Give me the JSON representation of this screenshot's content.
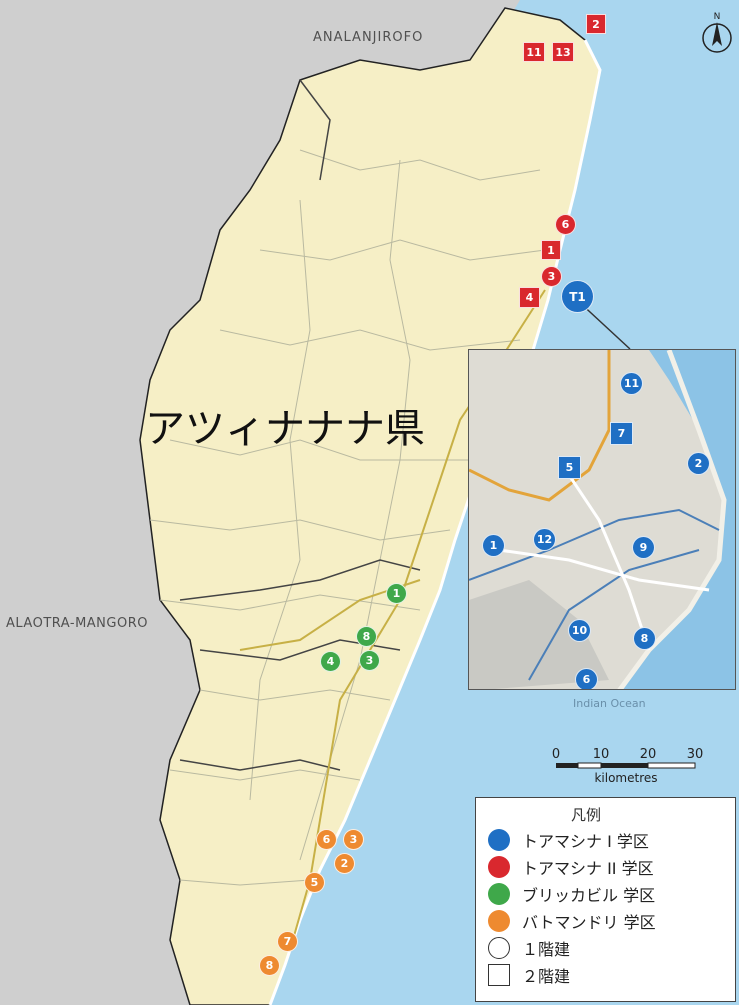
{
  "regions": {
    "north": "ANALANJIROFO",
    "west": "ALAOTRA-MANGORO",
    "province": "アツィナナナ県"
  },
  "ocean_label": "Indian Ocean",
  "compass": {
    "letter": "N"
  },
  "scale_bar": {
    "ticks": [
      "0",
      "10",
      "20",
      "30"
    ],
    "unit": "kilometres"
  },
  "legend": {
    "title": "凡例",
    "items": [
      {
        "label": "トアマシナ I 学区",
        "color": "#1f6fc4",
        "shape": "circle"
      },
      {
        "label": "トアマシナ II 学区",
        "color": "#d9282e",
        "shape": "circle"
      },
      {
        "label": "ブリッカビル 学区",
        "color": "#3fa84a",
        "shape": "circle"
      },
      {
        "label": "バトマンドリ 学区",
        "color": "#ee8a30",
        "shape": "circle"
      },
      {
        "label": "１階建",
        "color": "#ffffff",
        "shape": "circle-outline"
      },
      {
        "label": "２階建",
        "color": "#ffffff",
        "shape": "square-outline"
      }
    ]
  },
  "markers": {
    "main_callout": "T1",
    "red": [
      "2",
      "11",
      "13",
      "6",
      "1",
      "3",
      "4"
    ],
    "green": [
      "1",
      "8",
      "3",
      "4"
    ],
    "orange": [
      "6",
      "3",
      "2",
      "5",
      "7",
      "8"
    ],
    "inset": [
      "11",
      "7",
      "5",
      "2",
      "1",
      "12",
      "9",
      "10",
      "8",
      "6"
    ]
  }
}
